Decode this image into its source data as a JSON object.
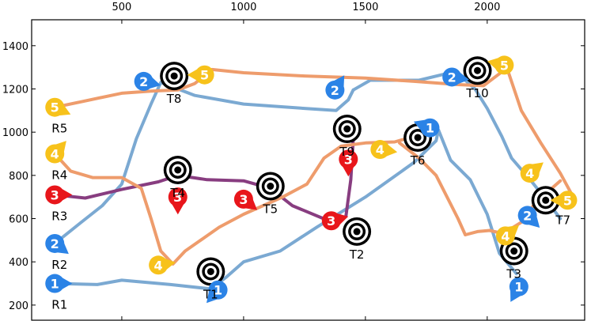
{
  "chart_data": {
    "type": "line",
    "title": "",
    "xlabel": "",
    "ylabel": "",
    "xlim": [
      130,
      2400
    ],
    "ylim": [
      1520,
      130
    ],
    "y_inverted": true,
    "grid": false,
    "x_ticks": [
      {
        "value": 500,
        "label": "500"
      },
      {
        "value": 1000,
        "label": "1000"
      },
      {
        "value": 1500,
        "label": "1500"
      },
      {
        "value": 2000,
        "label": "2000"
      }
    ],
    "y_ticks": [
      {
        "value": 200,
        "label": "200"
      },
      {
        "value": 400,
        "label": "400"
      },
      {
        "value": 600,
        "label": "600"
      },
      {
        "value": 800,
        "label": "800"
      },
      {
        "value": 1000,
        "label": "1000"
      },
      {
        "value": 1200,
        "label": "1200"
      },
      {
        "value": 1400,
        "label": "1400"
      }
    ],
    "colors": {
      "1": "#2b83e6",
      "2": "#2b83e6",
      "3": "#e8161b",
      "4": "#f7c21b",
      "5": "#f7c21b"
    },
    "path_colors": {
      "blue": "#7ba9d2",
      "orange": "#ee9c6c",
      "purple": "#883d80"
    },
    "targets": [
      {
        "label": "T1",
        "x": 865,
        "y": 355
      },
      {
        "label": "T2",
        "x": 1465,
        "y": 540
      },
      {
        "label": "T3",
        "x": 2110,
        "y": 450
      },
      {
        "label": "T4",
        "x": 730,
        "y": 825
      },
      {
        "label": "T5",
        "x": 1110,
        "y": 750
      },
      {
        "label": "T6",
        "x": 1715,
        "y": 975
      },
      {
        "label": "T7",
        "x": 2240,
        "y": 685
      },
      {
        "label": "T8",
        "x": 715,
        "y": 1260
      },
      {
        "label": "T9",
        "x": 1425,
        "y": 1015
      },
      {
        "label": "T10",
        "x": 1960,
        "y": 1285
      }
    ],
    "robots": [
      {
        "label": "R1",
        "id": "1",
        "x": 225,
        "y": 300
      },
      {
        "label": "R2",
        "id": "2",
        "x": 225,
        "y": 485
      },
      {
        "label": "R3",
        "id": "3",
        "x": 225,
        "y": 710
      },
      {
        "label": "R4",
        "id": "4",
        "x": 225,
        "y": 900
      },
      {
        "label": "R5",
        "id": "5",
        "x": 225,
        "y": 1115
      }
    ],
    "series": [
      {
        "id": "r1",
        "color": "blue",
        "points": [
          [
            225,
            300
          ],
          [
            400,
            295
          ],
          [
            500,
            315
          ],
          [
            700,
            295
          ],
          [
            865,
            275
          ],
          [
            930,
            330
          ],
          [
            1000,
            400
          ],
          [
            1150,
            450
          ],
          [
            1300,
            560
          ],
          [
            1500,
            700
          ],
          [
            1700,
            860
          ],
          [
            1790,
            960
          ],
          [
            1800,
            1010
          ],
          [
            1850,
            870
          ],
          [
            1930,
            780
          ],
          [
            2000,
            620
          ],
          [
            2050,
            440
          ],
          [
            2120,
            345
          ]
        ]
      },
      {
        "id": "r2",
        "color": "blue",
        "points": [
          [
            225,
            485
          ],
          [
            330,
            580
          ],
          [
            420,
            660
          ],
          [
            500,
            760
          ],
          [
            560,
            970
          ],
          [
            620,
            1130
          ],
          [
            660,
            1230
          ],
          [
            800,
            1170
          ],
          [
            1000,
            1130
          ],
          [
            1250,
            1110
          ],
          [
            1380,
            1100
          ],
          [
            1430,
            1150
          ],
          [
            1450,
            1195
          ]
        ]
      },
      {
        "id": "r2b",
        "color": "blue",
        "points": [
          [
            1450,
            1195
          ],
          [
            1520,
            1240
          ],
          [
            1720,
            1240
          ],
          [
            1830,
            1270
          ],
          [
            1880,
            1270
          ],
          [
            1950,
            1200
          ],
          [
            2000,
            1110
          ],
          [
            2060,
            980
          ],
          [
            2100,
            880
          ],
          [
            2180,
            775
          ],
          [
            2240,
            690
          ],
          [
            2300,
            600
          ]
        ]
      },
      {
        "id": "r3",
        "color": "purple",
        "points": [
          [
            225,
            710
          ],
          [
            350,
            695
          ],
          [
            500,
            735
          ],
          [
            650,
            770
          ],
          [
            730,
            800
          ],
          [
            850,
            780
          ],
          [
            1000,
            775
          ],
          [
            1110,
            740
          ],
          [
            1200,
            660
          ],
          [
            1360,
            585
          ],
          [
            1420,
            610
          ],
          [
            1440,
            780
          ],
          [
            1450,
            970
          ],
          [
            1435,
            1050
          ]
        ]
      },
      {
        "id": "r4",
        "color": "orange",
        "points": [
          [
            225,
            900
          ],
          [
            290,
            820
          ],
          [
            380,
            790
          ],
          [
            500,
            790
          ],
          [
            580,
            740
          ],
          [
            620,
            600
          ],
          [
            660,
            450
          ],
          [
            710,
            390
          ],
          [
            760,
            450
          ],
          [
            900,
            560
          ],
          [
            1000,
            620
          ],
          [
            1160,
            700
          ],
          [
            1260,
            760
          ],
          [
            1330,
            880
          ],
          [
            1400,
            935
          ],
          [
            1500,
            950
          ],
          [
            1620,
            955
          ],
          [
            1700,
            980
          ]
        ]
      },
      {
        "id": "r4b",
        "color": "orange",
        "points": [
          [
            1640,
            950
          ],
          [
            1720,
            880
          ],
          [
            1790,
            800
          ],
          [
            1880,
            600
          ],
          [
            1910,
            525
          ],
          [
            1960,
            540
          ],
          [
            2010,
            545
          ],
          [
            2050,
            535
          ],
          [
            2100,
            555
          ],
          [
            2150,
            590
          ],
          [
            2200,
            680
          ],
          [
            2250,
            725
          ],
          [
            2300,
            775
          ]
        ]
      },
      {
        "id": "r5",
        "color": "orange",
        "points": [
          [
            225,
            1115
          ],
          [
            330,
            1140
          ],
          [
            500,
            1180
          ],
          [
            620,
            1190
          ],
          [
            730,
            1195
          ],
          [
            800,
            1225
          ],
          [
            870,
            1290
          ],
          [
            1000,
            1275
          ],
          [
            1250,
            1260
          ],
          [
            1500,
            1250
          ],
          [
            1700,
            1235
          ],
          [
            1880,
            1220
          ],
          [
            1985,
            1215
          ],
          [
            2050,
            1270
          ],
          [
            2080,
            1300
          ],
          [
            2140,
            1100
          ],
          [
            2220,
            950
          ],
          [
            2300,
            810
          ],
          [
            2360,
            685
          ]
        ]
      }
    ],
    "markers": [
      {
        "id": "1",
        "x": 225,
        "y": 300,
        "dx": 24,
        "dy": 0
      },
      {
        "id": "2",
        "x": 225,
        "y": 485,
        "dx": 20,
        "dy": 15
      },
      {
        "id": "3",
        "x": 225,
        "y": 710,
        "dx": 24,
        "dy": 0
      },
      {
        "id": "4",
        "x": 225,
        "y": 900,
        "dx": 16,
        "dy": -18
      },
      {
        "id": "5",
        "x": 225,
        "y": 1115,
        "dx": 22,
        "dy": 10
      },
      {
        "id": "1",
        "x": 895,
        "y": 270,
        "dx": -16,
        "dy": 18
      },
      {
        "id": "4",
        "x": 650,
        "y": 385,
        "dx": 26,
        "dy": -4
      },
      {
        "id": "3",
        "x": 1360,
        "y": 590,
        "dx": 24,
        "dy": -6
      },
      {
        "id": "3",
        "x": 730,
        "y": 700,
        "dx": 0,
        "dy": 26
      },
      {
        "id": "3",
        "x": 1000,
        "y": 690,
        "dx": 20,
        "dy": 16
      },
      {
        "id": "3",
        "x": 1430,
        "y": 875,
        "dx": 0,
        "dy": 26
      },
      {
        "id": "4",
        "x": 1560,
        "y": 920,
        "dx": 26,
        "dy": 4
      },
      {
        "id": "1",
        "x": 1765,
        "y": 1020,
        "dx": -26,
        "dy": -10
      },
      {
        "id": "2",
        "x": 1375,
        "y": 1195,
        "dx": 14,
        "dy": -22
      },
      {
        "id": "2",
        "x": 590,
        "y": 1235,
        "dx": 26,
        "dy": 6
      },
      {
        "id": "5",
        "x": 840,
        "y": 1265,
        "dx": -26,
        "dy": 0
      },
      {
        "id": "2",
        "x": 1855,
        "y": 1255,
        "dx": 26,
        "dy": 4
      },
      {
        "id": "5",
        "x": 2070,
        "y": 1310,
        "dx": -26,
        "dy": -6
      },
      {
        "id": "1",
        "x": 2130,
        "y": 285,
        "dx": -12,
        "dy": 22
      },
      {
        "id": "4",
        "x": 2075,
        "y": 520,
        "dx": 20,
        "dy": -16
      },
      {
        "id": "2",
        "x": 2165,
        "y": 615,
        "dx": 18,
        "dy": 18
      },
      {
        "id": "5",
        "x": 2330,
        "y": 685,
        "dx": -26,
        "dy": 0
      },
      {
        "id": "4",
        "x": 2175,
        "y": 810,
        "dx": 20,
        "dy": -16
      }
    ]
  }
}
